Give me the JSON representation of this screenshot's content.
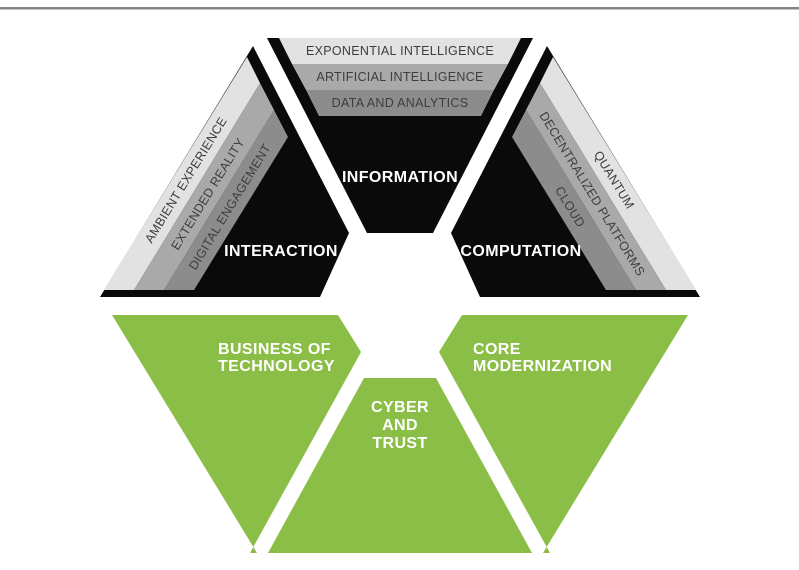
{
  "palette": {
    "background": "#ffffff",
    "black_face": "#0a0a0a",
    "green_face": "#8bbe46",
    "band_light": "#e2e2e2",
    "band_mid": "#a9a9a9",
    "band_dark": "#8c8c8c",
    "band_text": "#3d3d3d",
    "face_text": "#ffffff",
    "top_rule": "#848484"
  },
  "diagram": {
    "top_faces": [
      {
        "id": "interaction",
        "label": "INTERACTION",
        "bands": [
          "AMBIENT EXPERIENCE",
          "EXTENDED REALITY",
          "DIGITAL ENGAGEMENT"
        ]
      },
      {
        "id": "information",
        "label": "INFORMATION",
        "bands": [
          "EXPONENTIAL INTELLIGENCE",
          "ARTIFICIAL INTELLIGENCE",
          "DATA AND ANALYTICS"
        ]
      },
      {
        "id": "computation",
        "label": "COMPUTATION",
        "bands": [
          "QUANTUM",
          "DECENTRALIZED PLATFORMS",
          "CLOUD"
        ]
      }
    ],
    "bottom_faces": [
      {
        "id": "business-of-technology",
        "label_lines": [
          "BUSINESS OF",
          "TECHNOLOGY"
        ]
      },
      {
        "id": "cyber-and-trust",
        "label_lines": [
          "CYBER",
          "AND",
          "TRUST"
        ]
      },
      {
        "id": "core-modernization",
        "label_lines": [
          "CORE",
          "MODERNIZATION"
        ]
      }
    ]
  }
}
